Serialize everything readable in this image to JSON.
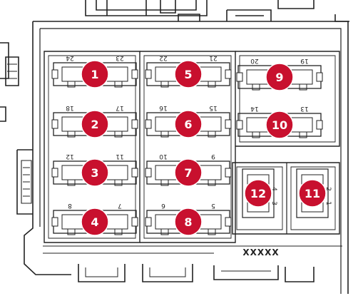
{
  "badge_color": "#c8102e",
  "relays": [
    {
      "label": "1",
      "pins": [
        "24",
        "23"
      ]
    },
    {
      "label": "2",
      "pins": [
        "18",
        "17"
      ]
    },
    {
      "label": "3",
      "pins": [
        "12",
        "11"
      ]
    },
    {
      "label": "4",
      "pins": [
        "8",
        "7"
      ]
    },
    {
      "label": "5",
      "pins": [
        "22",
        "21"
      ]
    },
    {
      "label": "6",
      "pins": [
        "16",
        "15"
      ]
    },
    {
      "label": "7",
      "pins": [
        "10",
        "9"
      ]
    },
    {
      "label": "8",
      "pins": [
        "6",
        "5"
      ]
    },
    {
      "label": "9",
      "pins": [
        "20",
        "19"
      ]
    },
    {
      "label": "10",
      "pins": [
        "14",
        "13"
      ]
    },
    {
      "label": "12",
      "pins": [
        "4",
        "3"
      ]
    },
    {
      "label": "11",
      "pins": [
        "2",
        "1"
      ]
    }
  ],
  "part_code": "XXXXX"
}
